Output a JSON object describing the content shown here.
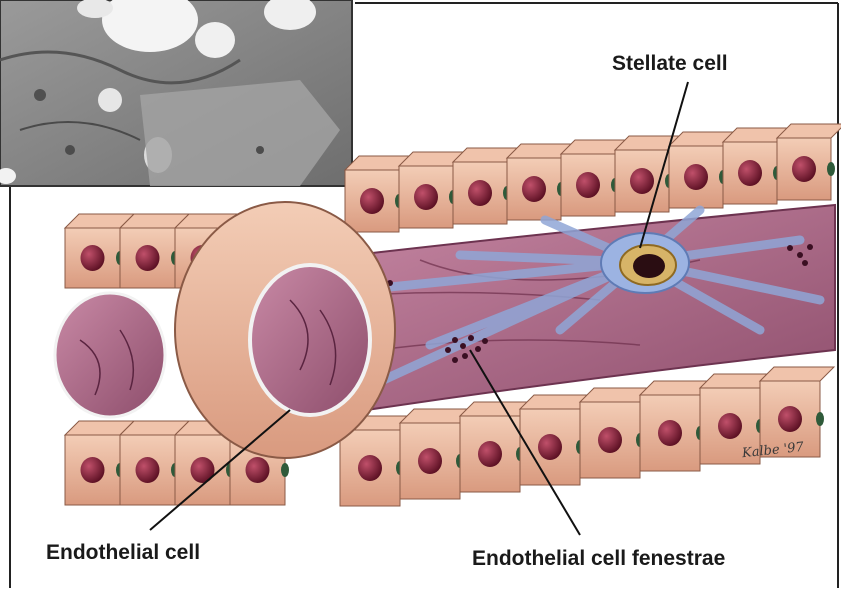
{
  "labels": {
    "stellate_cell": "Stellate cell",
    "endothelial_cell": "Endothelial cell",
    "fenestrae": "Endothelial cell fenestrae"
  },
  "signature": "Kalbe '97",
  "colors": {
    "hepatocyte": "#e8b59b",
    "hepatocyte_shadow": "#c98d73",
    "nucleus": "#7a1730",
    "junction": "#2f5a3a",
    "sinusoid_wall": "#9c5c7a",
    "lumen": "#b97b98",
    "stellate": "#8fa6d6",
    "micrograph": "#8a8a8a",
    "frame": "#222222"
  },
  "icons": [
    "stellate-cell-icon",
    "hepatocyte-icon",
    "fenestrae-icon",
    "micrograph-inset"
  ]
}
